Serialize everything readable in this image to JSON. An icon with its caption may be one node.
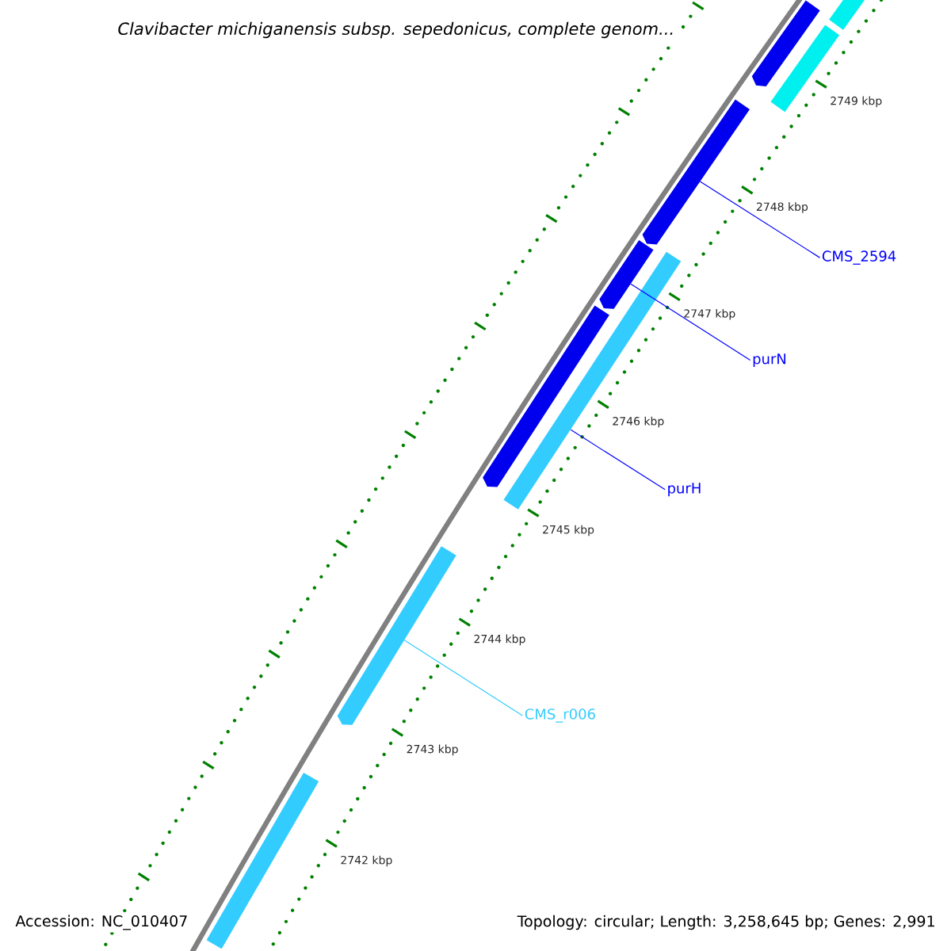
{
  "diagram": {
    "title": "Clavibacter michiganensis subsp. sepedonicus, complete genom...",
    "nodes": [
      {
        "text": [
          "CMS_2594"
        ]
      },
      {
        "text": [
          "purN"
        ]
      },
      {
        "text": [
          "purH"
        ]
      },
      {
        "text": [
          "CMS_r006"
        ]
      },
      {
        "text": [],
        "shape": "bar"
      },
      {
        "text": [],
        "shape": "arrow"
      },
      {
        "text": [],
        "shape": "bar"
      },
      {
        "text": [],
        "shape": "arrow"
      },
      {
        "text": [],
        "shape": "arrow"
      },
      {
        "text": [],
        "shape": "bar"
      },
      {
        "text": [],
        "shape": "arrow"
      },
      {
        "text": [],
        "shape": "arrow"
      },
      {
        "text": [],
        "shape": "bar"
      }
    ],
    "edges": [
      {
        "from": 0,
        "to": 7,
        "arrow": "none"
      },
      {
        "from": 1,
        "to": 8,
        "arrow": "none"
      },
      {
        "from": 2,
        "to": 9,
        "arrow": "none"
      },
      {
        "from": 3,
        "to": 11,
        "arrow": "none",
        "color": "#33ccff"
      }
    ],
    "labels": [
      "2749 kbp",
      "2748 kbp",
      "2747 kbp",
      "2746 kbp",
      "2745 kbp",
      "2744 kbp",
      "2743 kbp",
      "2742 kbp",
      "Accession: NC_010407",
      "Topology: circular; Length: 3,258,645 bp; Genes: 2,991"
    ]
  }
}
